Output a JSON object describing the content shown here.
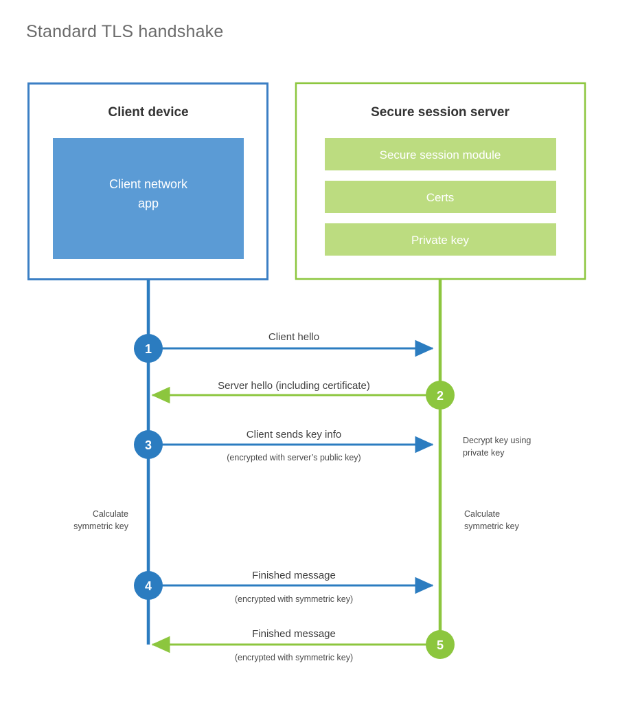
{
  "title": "Standard TLS handshake",
  "client_panel": {
    "heading": "Client device",
    "inner_box_label_line1": "Client network",
    "inner_box_label_line2": "app",
    "border_color": "#3b7fc4",
    "fill_color": "#5b9bd5"
  },
  "server_panel": {
    "heading": "Secure session server",
    "border_color": "#8cc63e",
    "bar_fill_color": "#bcdc80",
    "bars": [
      {
        "label": "Secure session module"
      },
      {
        "label": "Certs"
      },
      {
        "label": "Private key"
      }
    ]
  },
  "lifelines": {
    "client_color": "#2b7cc0",
    "server_color": "#8cc63e"
  },
  "steps": [
    {
      "number": "1",
      "label": "Client hello",
      "sublabel": "",
      "direction": "client-to-server",
      "color": "#2b7cc0"
    },
    {
      "number": "2",
      "label": "Server hello (including certificate)",
      "sublabel": "",
      "direction": "server-to-client",
      "color": "#8cc63e"
    },
    {
      "number": "3",
      "label": "Client sends key info",
      "sublabel": "(encrypted with server’s public key)",
      "direction": "client-to-server",
      "color": "#2b7cc0"
    },
    {
      "number": "4",
      "label": "Finished message",
      "sublabel": "(encrypted with symmetric key)",
      "direction": "client-to-server",
      "color": "#2b7cc0"
    },
    {
      "number": "5",
      "label": "Finished message",
      "sublabel": "(encrypted with symmetric key)",
      "direction": "server-to-client",
      "color": "#8cc63e"
    }
  ],
  "annotations": {
    "server_decrypt_line1": "Decrypt key using",
    "server_decrypt_line2": "private key",
    "client_calc_line1": "Calculate",
    "client_calc_line2": "symmetric key",
    "server_calc_line1": "Calculate",
    "server_calc_line2": "symmetric key"
  }
}
